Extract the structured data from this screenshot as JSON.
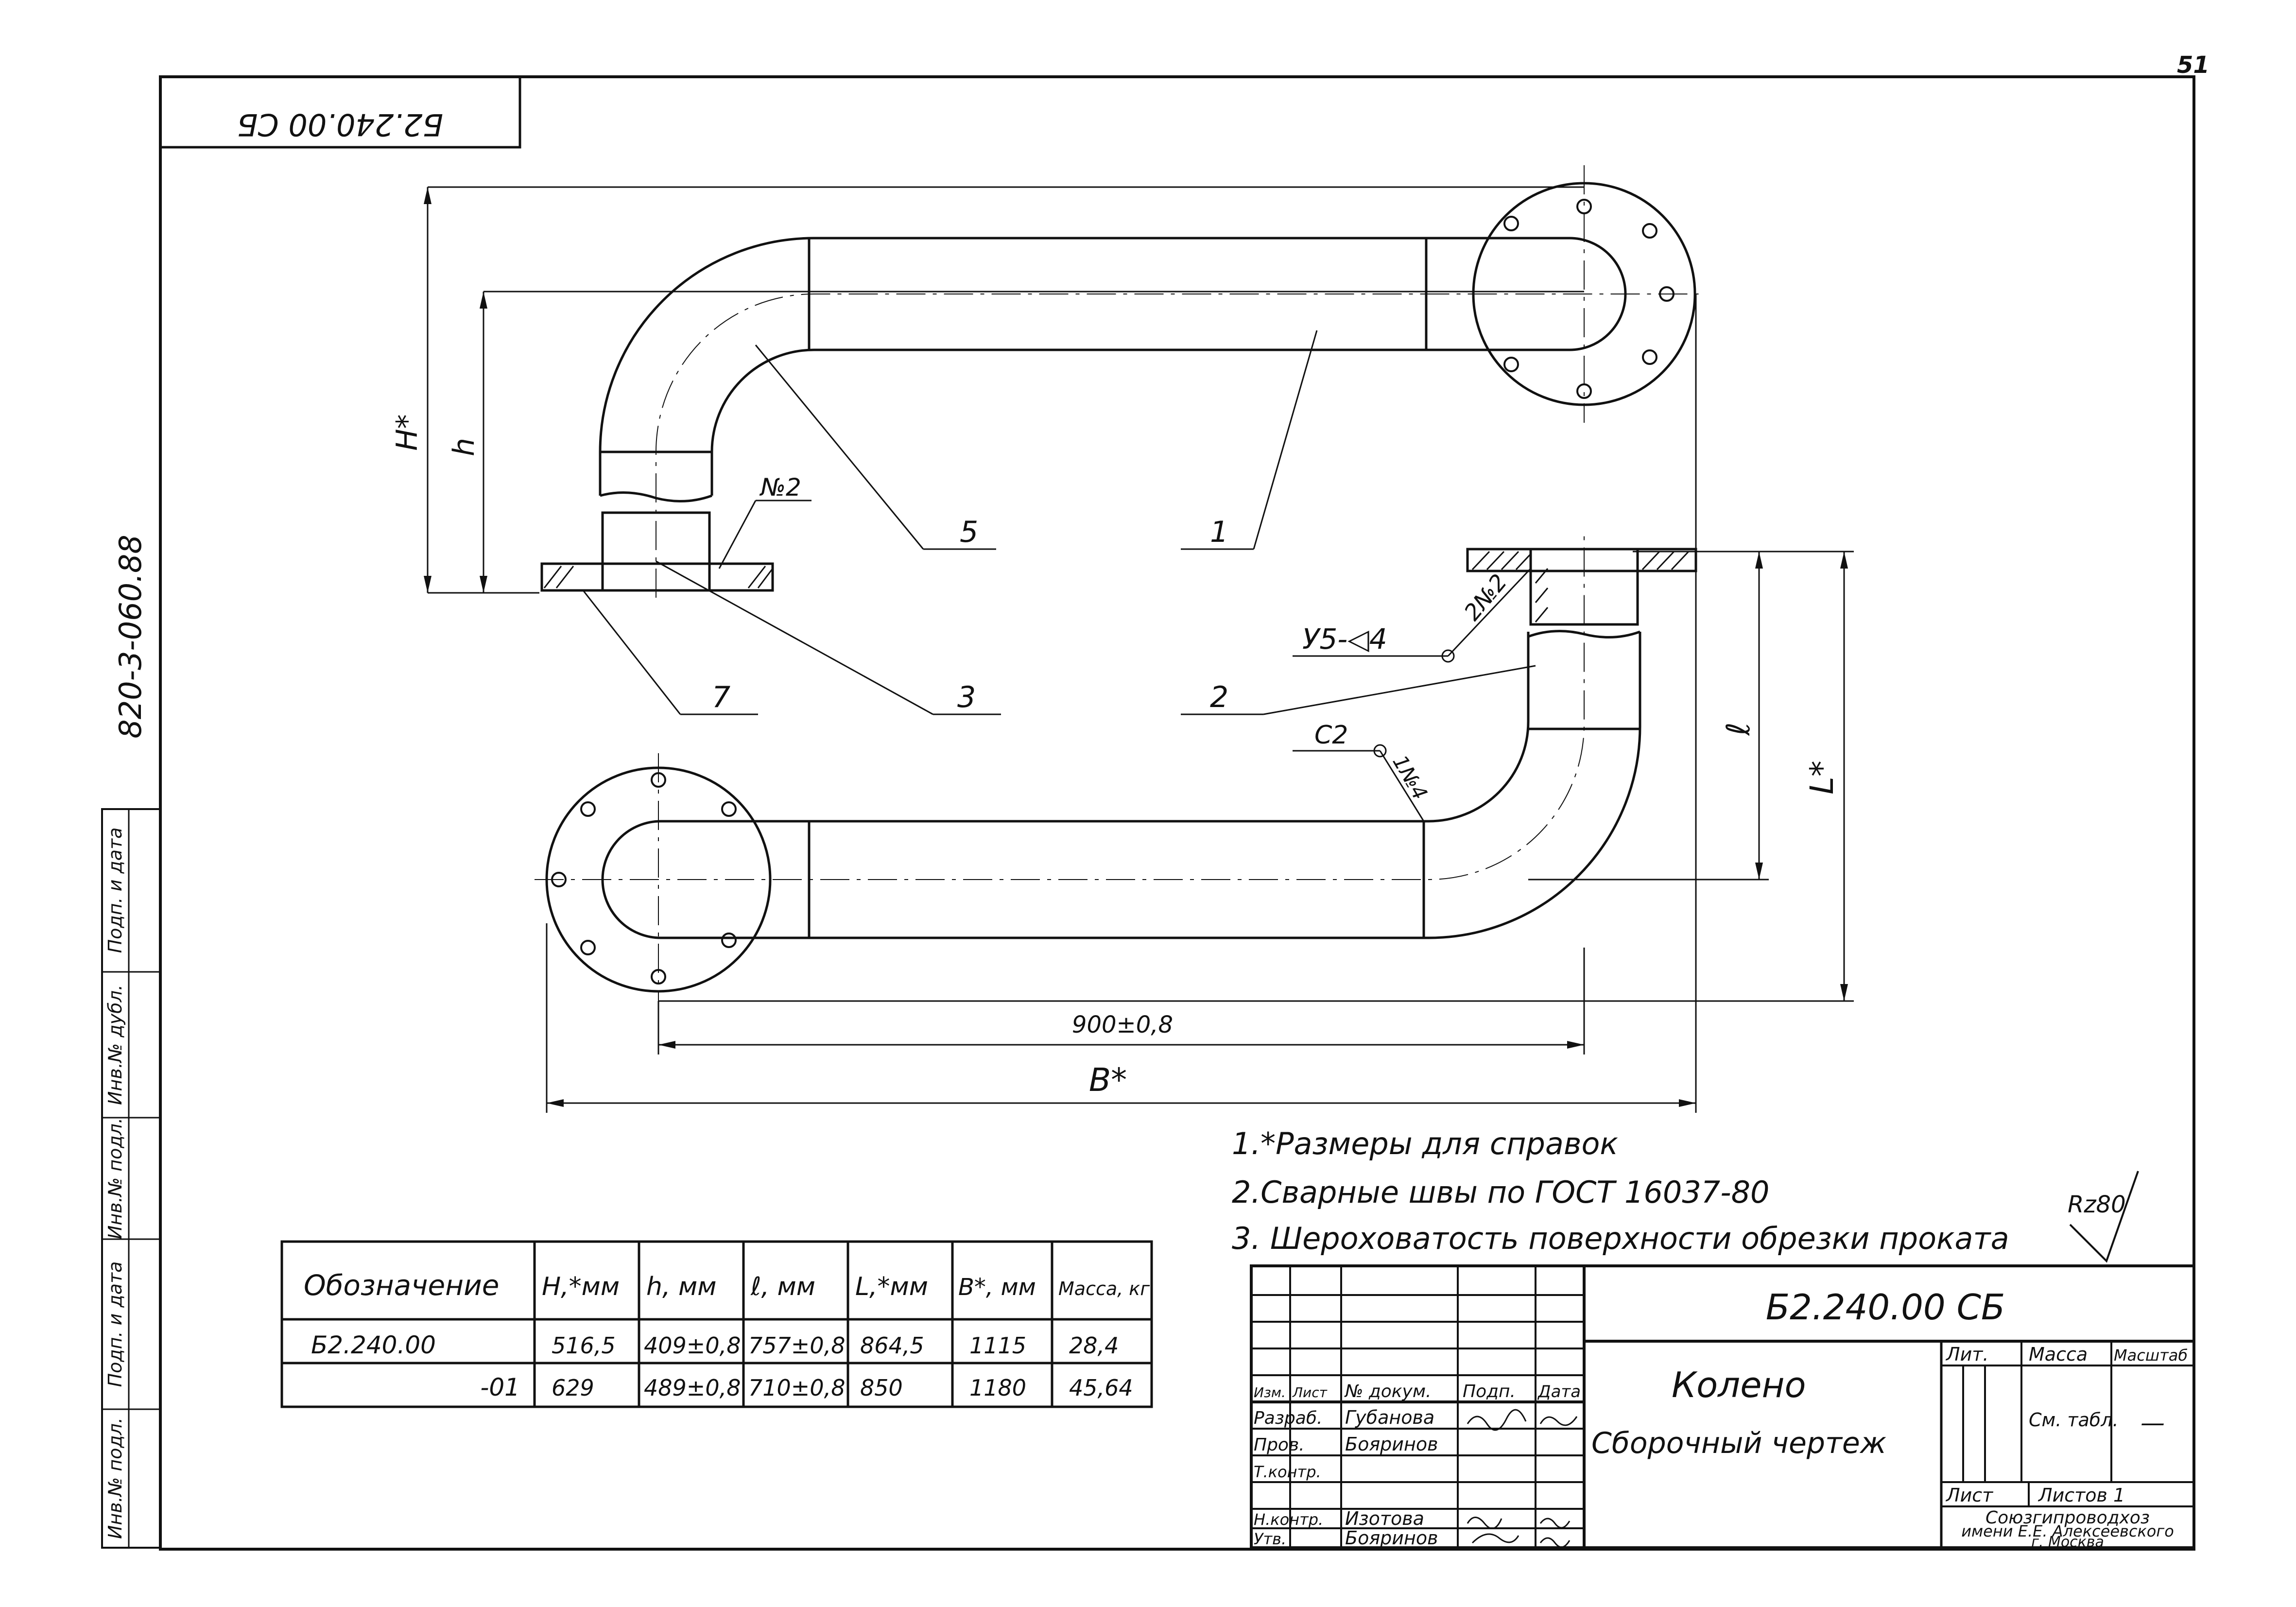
{
  "page_number": "51",
  "corner_stamp": "Б2.240.00 СБ",
  "side_code": "820-3-060.88",
  "side_stamp": [
    "Подп. и дата",
    "Инв.№ дубл.",
    "Инв.№ подл.",
    "Подп. и дата",
    "Инв.№ подл."
  ],
  "callouts": {
    "c1": "1",
    "c2": "2",
    "c3": "3",
    "c5": "5",
    "c7": "7",
    "weld_no2_top": "№2",
    "weld_no2_right": "2№2",
    "weld_no1": "1№4",
    "weld_spec": "У5-◁4",
    "weld_c2": "С2"
  },
  "dims": {
    "H": "H*",
    "h": "h",
    "l": "ℓ",
    "L": "L*",
    "B": "B*",
    "span": "900±0,8"
  },
  "notes": [
    "1.*Размеры для справок",
    "2.Сварные швы по ГОСТ 16037-80",
    "3. Шероховатость поверхности обрезки проката"
  ],
  "roughness": "Rz80",
  "table": {
    "headers": [
      "Обозначение",
      "H,*мм",
      "h, мм",
      "ℓ, мм",
      "L,*мм",
      "B*, мм",
      "Масса, кг"
    ],
    "rows": [
      [
        "Б2.240.00",
        "516,5",
        "409±0,8",
        "757±0,8",
        "864,5",
        "1115",
        "28,4"
      ],
      [
        "-01",
        "629",
        "489±0,8",
        "710±0,8",
        "850",
        "1180",
        "45,64"
      ]
    ]
  },
  "title_block": {
    "doc_number": "Б2.240.00 СБ",
    "name": "Колено",
    "doc_type": "Сборочный чертеж",
    "col_headers": [
      "Изм.",
      "Лист",
      "№ докум.",
      "Подп.",
      "Дата"
    ],
    "roles": [
      "Разраб.",
      "Пров.",
      "Т.контр.",
      "Н.контр.",
      "Утв."
    ],
    "names": [
      "Губанова",
      "Бояринов",
      "",
      "Изотова",
      "Бояринов"
    ],
    "lit_label": "Лит.",
    "mass_label": "Масса",
    "scale_label": "Масштаб",
    "mass_value": "См. табл.",
    "scale_value": "—",
    "sheet_label": "Лист",
    "sheets_label": "Листов 1",
    "org": [
      "Союзгипроводхоз",
      "имени Е.Е. Алексеевского",
      "г. Москва"
    ]
  }
}
